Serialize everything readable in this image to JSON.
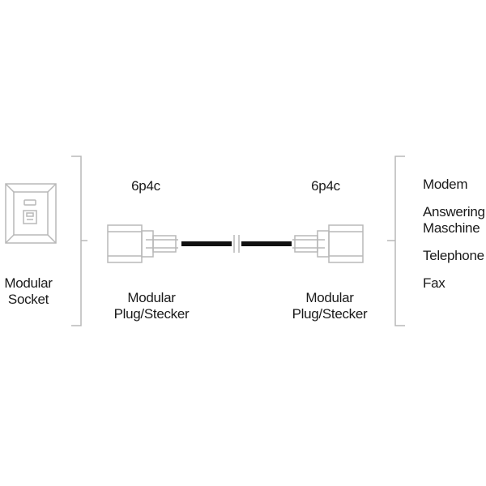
{
  "socket": {
    "label_line1": "Modular",
    "label_line2": "Socket"
  },
  "left_plug": {
    "connector_type": "6p4c",
    "label_line1": "Modular",
    "label_line2": "Plug/Stecker"
  },
  "right_plug": {
    "connector_type": "6p4c",
    "label_line1": "Modular",
    "label_line2": "Plug/Stecker"
  },
  "devices": {
    "items": [
      {
        "line1": "Modem",
        "line2": ""
      },
      {
        "line1": "Answering",
        "line2": "Maschine"
      },
      {
        "line1": "Telephone",
        "line2": ""
      },
      {
        "line1": "Fax",
        "line2": ""
      }
    ]
  },
  "colors": {
    "stroke": "#b8b8b8",
    "cable": "#111111",
    "text": "#1a1a1a"
  }
}
